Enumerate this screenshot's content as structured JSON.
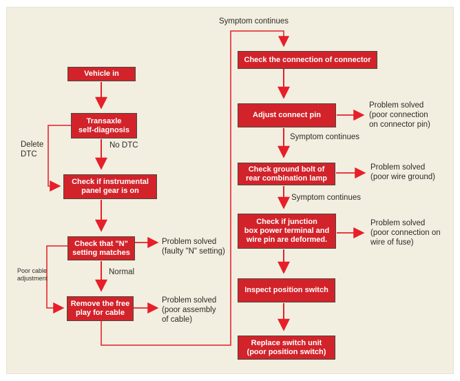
{
  "title": "Position switch diagnostic flowchart",
  "colors": {
    "box_fill": "#d2232a",
    "box_border": "#4c453d",
    "arrow_red": "#e61f29",
    "loop_red": "#e63a40",
    "panel_bg": "#f2efe1",
    "label_text": "#2e2a26",
    "box_text": "#ffffff"
  },
  "boxes": {
    "vehicle_in": "Vehicle in",
    "transaxle": "Transaxle\nself-diagnosis",
    "check_panel": "Check if instrumental\npanel gear is on",
    "check_n": "Check that \"N\"\nsetting matches",
    "remove_free_play": "Remove the free\nplay for cable",
    "check_connector": "Check the connection of connector",
    "adjust_pin": "Adjust connect pin",
    "check_ground": "Check ground bolt of\nrear combination lamp",
    "check_junction": "Check if junction\nbox power terminal and\nwire pin are deformed.",
    "inspect_switch": "Inspect position switch",
    "replace_switch": "Replace switch unit\n(poor position switch)"
  },
  "labels": {
    "symptom_top": "Symptom continues",
    "no_dtc": "No DTC",
    "delete_dtc": "Delete\nDTC",
    "normal": "Normal",
    "poor_cable": "Poor cable\nadjustment",
    "problem_n": "Problem solved\n(faulty \"N\" setting)",
    "problem_cable": "Problem solved\n(poor assembly\nof cable)",
    "symptom_1": "Symptom continues",
    "problem_pin": "Problem solved\n(poor connection\non connector pin)",
    "symptom_2": "Symptom continues",
    "problem_ground": "Problem solved\n(poor wire ground)",
    "problem_fuse": "Problem solved\n(poor connection on\nwire of fuse)"
  }
}
